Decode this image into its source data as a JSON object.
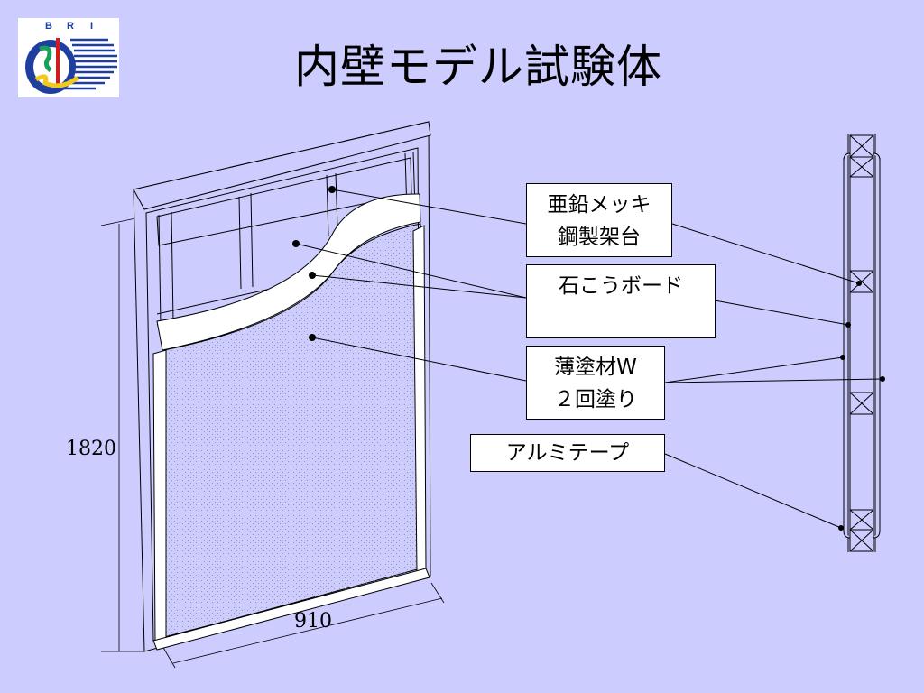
{
  "title": "内壁モデル試験体",
  "logo": {
    "letters": "BRI",
    "colors": {
      "blue": "#1f3f9f",
      "green": "#1aa05a",
      "red": "#d01c1c",
      "yellow": "#f2c81c"
    }
  },
  "labels": {
    "steel_frame": [
      "亜鉛メッキ",
      "鋼製架台"
    ],
    "gypsum_board": [
      "石こうボード"
    ],
    "thin_coating": [
      "薄塗材W",
      "２回塗り"
    ],
    "aluminum_tape": [
      "アルミテープ"
    ]
  },
  "dimensions": {
    "height": "1820",
    "width": "910"
  },
  "colors": {
    "background": "#ccccff",
    "panel": "#ffffff",
    "line": "#000000",
    "dots": "#8a8a8a"
  }
}
